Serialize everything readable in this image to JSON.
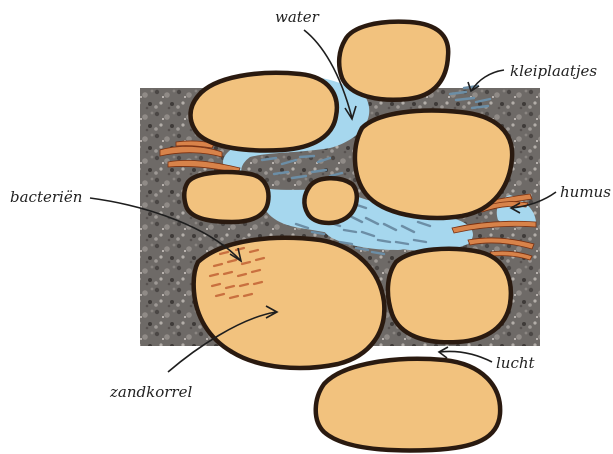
{
  "labels": {
    "water": "water",
    "kleiplaatjes": "kleiplaatjes",
    "bacterien": "bacteriën",
    "humus": "humus",
    "lucht": "lucht",
    "zandkorrel": "zandkorrel"
  },
  "colors": {
    "grain": "#f2c27e",
    "water": "#a6d7ee",
    "soil": "#6e6a67",
    "clay": "#6c8ea6",
    "bacteria": "#c9703f",
    "humus": "#d8834a"
  }
}
